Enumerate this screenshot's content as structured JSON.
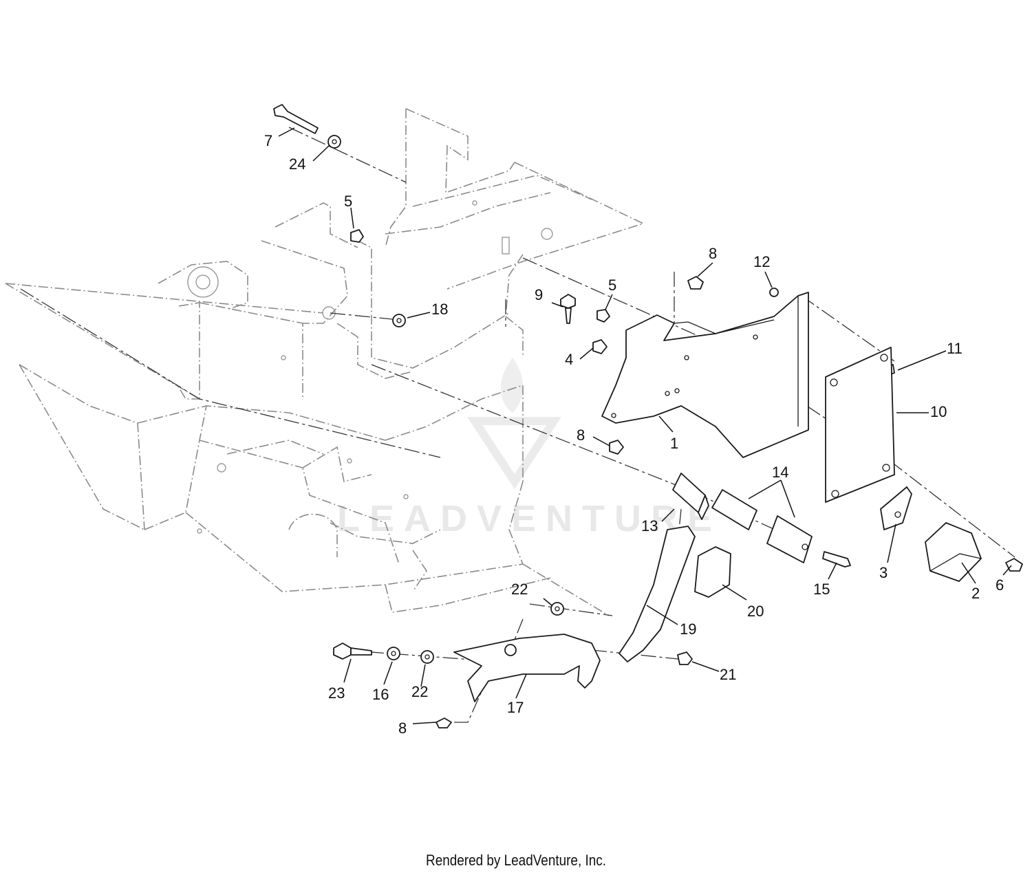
{
  "callouts": [
    {
      "id": "c1",
      "label": "1"
    },
    {
      "id": "c2",
      "label": "2"
    },
    {
      "id": "c3",
      "label": "3"
    },
    {
      "id": "c4",
      "label": "4"
    },
    {
      "id": "c5a",
      "label": "5"
    },
    {
      "id": "c5b",
      "label": "5"
    },
    {
      "id": "c6",
      "label": "6"
    },
    {
      "id": "c7",
      "label": "7"
    },
    {
      "id": "c8a",
      "label": "8"
    },
    {
      "id": "c8b",
      "label": "8"
    },
    {
      "id": "c8c",
      "label": "8"
    },
    {
      "id": "c9",
      "label": "9"
    },
    {
      "id": "c10",
      "label": "10"
    },
    {
      "id": "c11",
      "label": "11"
    },
    {
      "id": "c12",
      "label": "12"
    },
    {
      "id": "c13",
      "label": "13"
    },
    {
      "id": "c14",
      "label": "14"
    },
    {
      "id": "c15",
      "label": "15"
    },
    {
      "id": "c16",
      "label": "16"
    },
    {
      "id": "c17",
      "label": "17"
    },
    {
      "id": "c18",
      "label": "18"
    },
    {
      "id": "c19",
      "label": "19"
    },
    {
      "id": "c20",
      "label": "20"
    },
    {
      "id": "c21",
      "label": "21"
    },
    {
      "id": "c22a",
      "label": "22"
    },
    {
      "id": "c22b",
      "label": "22"
    },
    {
      "id": "c23",
      "label": "23"
    },
    {
      "id": "c24",
      "label": "24"
    }
  ],
  "watermark": {
    "text": "LEADVENTURE"
  },
  "footer": {
    "text": "Rendered by LeadVenture, Inc."
  }
}
